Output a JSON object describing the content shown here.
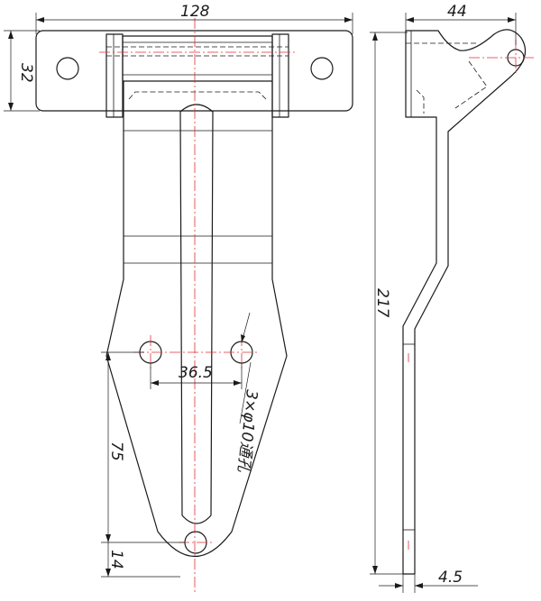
{
  "drawing": {
    "part": "hinge",
    "line_colors": {
      "outline": "#1a1a1a",
      "centerline": "#e0303a"
    },
    "dimensions": {
      "overall_width": "128",
      "leaf_height": "32",
      "side_depth": "44",
      "overall_length": "217",
      "hole_spacing": "36.5",
      "hole_note": "3×φ10通孔",
      "hole_to_hole": "75",
      "hole_offset": "14",
      "thickness": "4.5"
    }
  }
}
